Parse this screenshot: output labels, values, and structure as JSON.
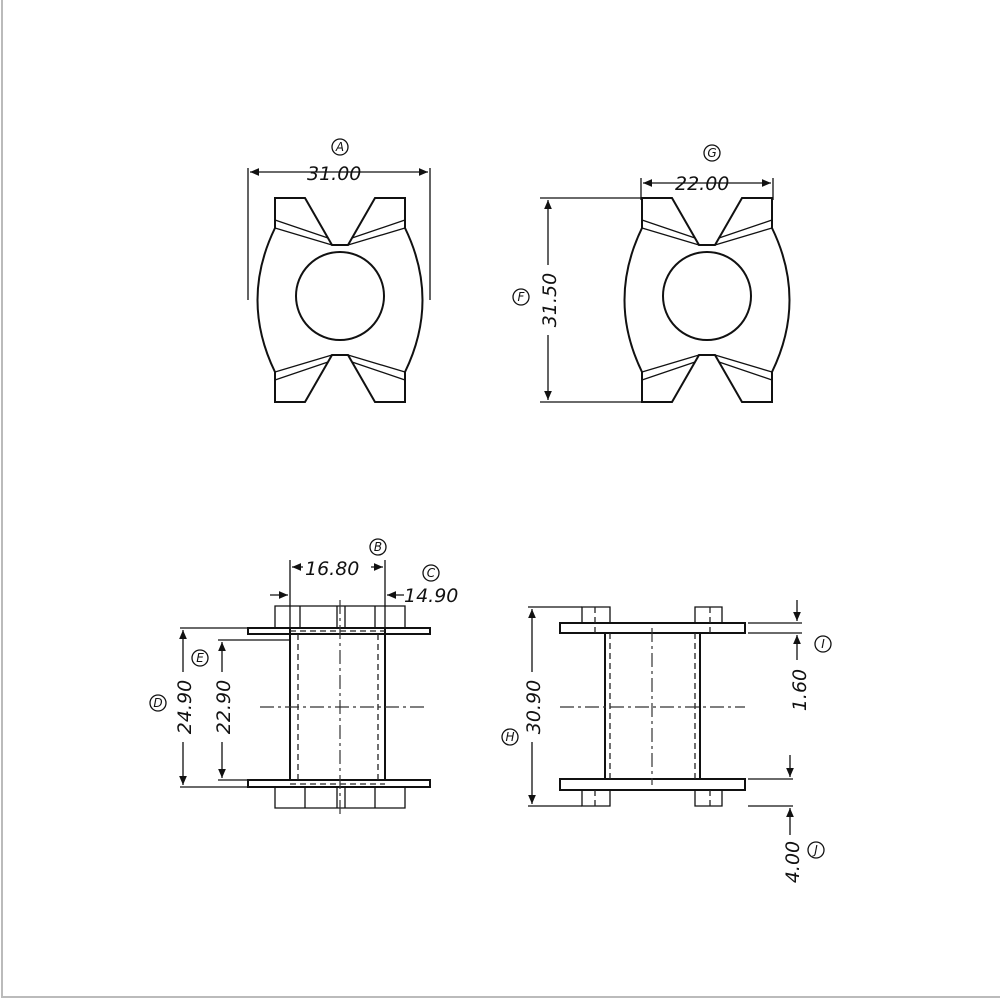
{
  "drawing": {
    "views": [
      "top-view-left",
      "top-view-right",
      "side-view-front",
      "side-view-side"
    ],
    "dimensions": [
      {
        "label": "A",
        "value": "31.00"
      },
      {
        "label": "G",
        "value": "22.00"
      },
      {
        "label": "F",
        "value": "31.50"
      },
      {
        "label": "B",
        "value": "16.80"
      },
      {
        "label": "C",
        "value": "14.90"
      },
      {
        "label": "D",
        "value": "24.90"
      },
      {
        "label": "E",
        "value": "22.90"
      },
      {
        "label": "H",
        "value": "30.90"
      },
      {
        "label": "I",
        "value": "1.60"
      },
      {
        "label": "J",
        "value": "4.00"
      }
    ]
  }
}
